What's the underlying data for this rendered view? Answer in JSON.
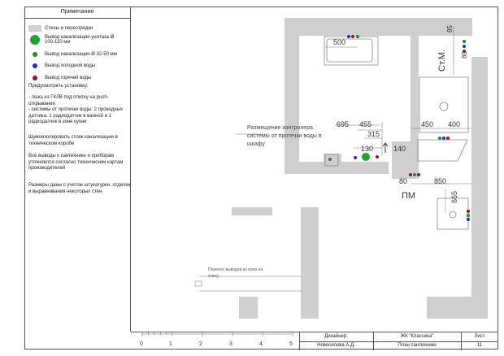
{
  "notes": {
    "heading": "Примечания",
    "legend": [
      {
        "label": "Стены и перегородки",
        "kind": "wall"
      },
      {
        "label": "Вывод канализации унитаза Ø 100-110 мм",
        "kind": "dot",
        "color": "#1aa531"
      },
      {
        "label": "Вывод канализации Ø 32-50 мм",
        "kind": "dot",
        "color": "#1a8c2a"
      },
      {
        "label": "Вывод холодной воды",
        "kind": "dot",
        "color": "#1a2fc7"
      },
      {
        "label": "Вывод горячей воды",
        "kind": "dot",
        "color": "#9c1313"
      }
    ],
    "install_heading": "Предусмотреть установку:",
    "install_text": "- люка из ГКЛВ под плитку на push-открывании\n- системы от протечки воды: 2 проводных датчика, 1 радиодатчик  в ванной и 1 радиодатчик в зоне кухни",
    "insulate_text": "Шумоизолировать стояк канализации в техническом коробе",
    "outlets_text": "Все выводы к сантехнике и приборам уточняются согласно техническим картам производителей",
    "dimensions_text": "Размеры даны с учетом штукатурки, отделки и выравнивания некоторых стен"
  },
  "plan": {
    "dims": {
      "d500": "500",
      "d85": "85",
      "d80a": "80",
      "d695": "695",
      "d455": "455",
      "d315": "315",
      "d450": "450",
      "d400": "400",
      "d130": "130",
      "d140": "140",
      "d80b": "80",
      "d850": "850",
      "d665": "665"
    },
    "labels": {
      "stm": "Ст.М.",
      "pm": "ПМ",
      "leak_line1": "Размещение контролера",
      "leak_line2": "системы от протечки воды в",
      "leak_line3": "шкафу",
      "transfer_line1": "Перенос выводов из пола на",
      "transfer_line2": "стену"
    },
    "colors": {
      "wall": "#cfcfcf",
      "toilet_drain": "#1aa531",
      "drain": "#1a8c2a",
      "cold": "#1a2fc7",
      "hot": "#9c1313"
    }
  },
  "scale": {
    "ticks": [
      "0",
      "1",
      "2",
      "3",
      "4",
      "5"
    ]
  },
  "title_block": {
    "designer_label": "Дизайнер:",
    "designer_name": "Новоселова А.Д.",
    "project": "ЖК \"Классика\"",
    "sheet_title": "План сантехники",
    "sheet_label": "Лист",
    "sheet_number": "11"
  }
}
